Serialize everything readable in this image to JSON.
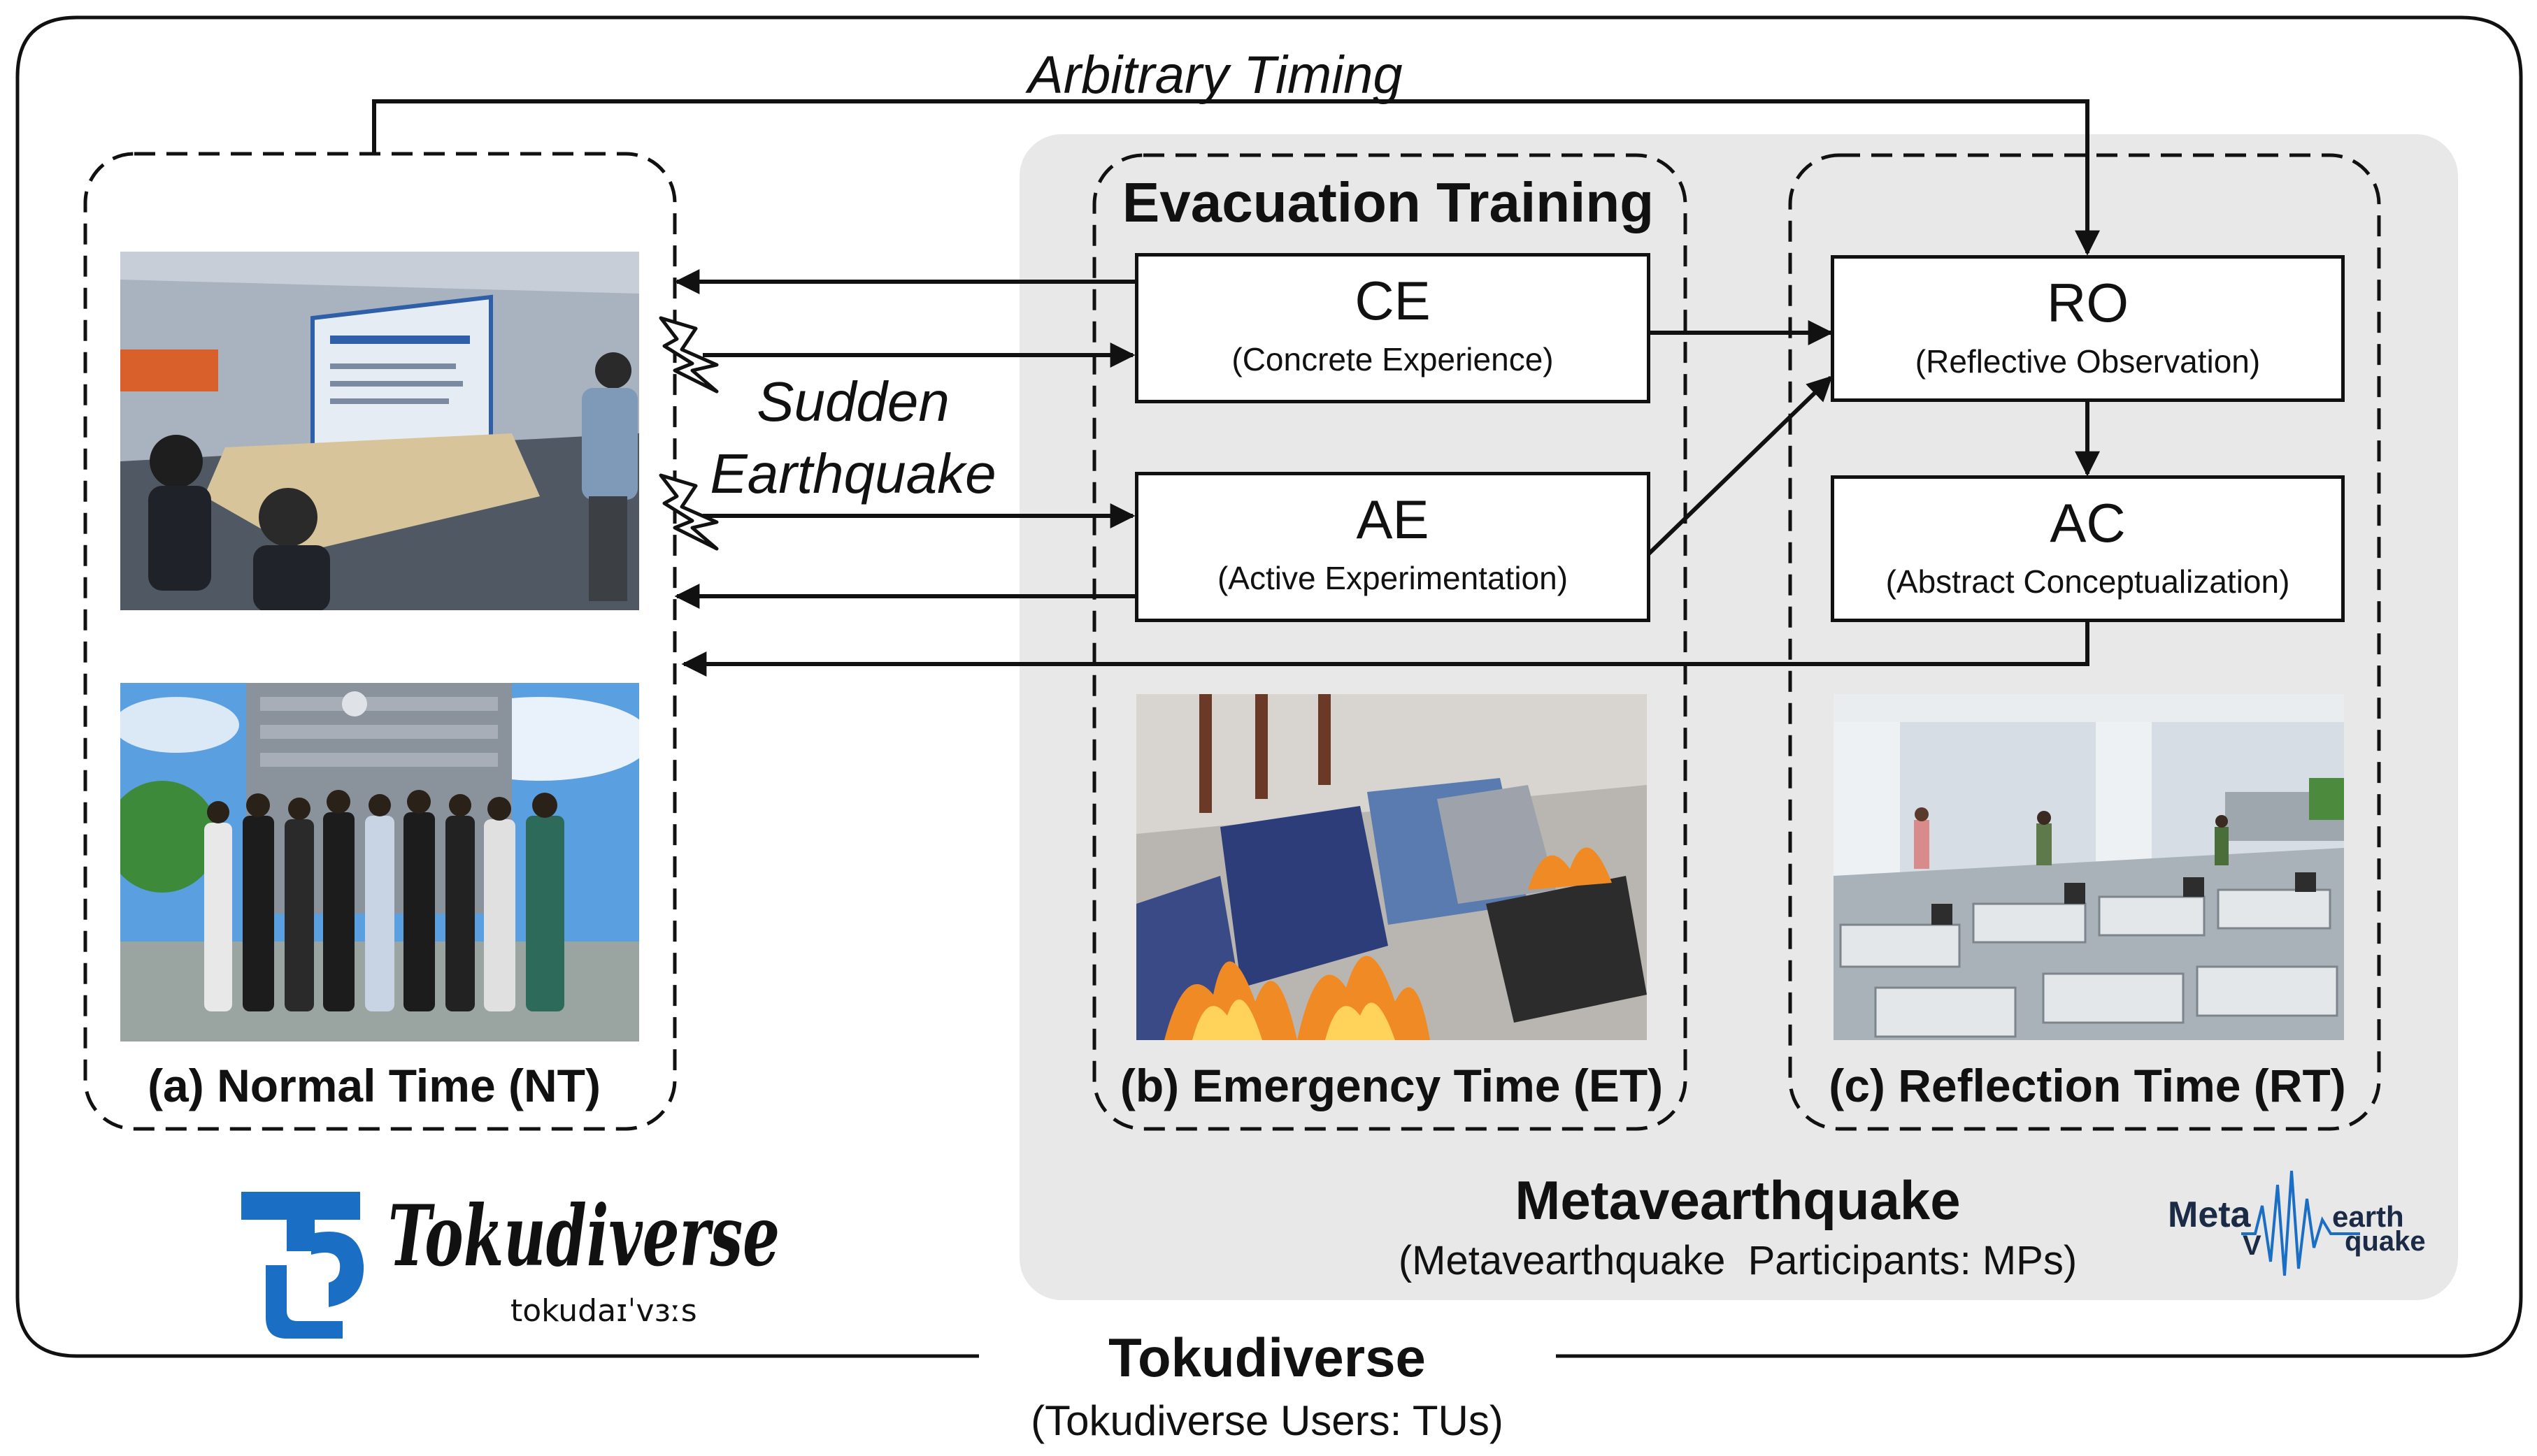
{
  "arbitrary_timing": "Arbitrary Timing",
  "sudden_earthquake": [
    "Sudden",
    "Earthquake"
  ],
  "evacuation_training": "Evacuation Training",
  "boxes": {
    "ce": {
      "abbr": "CE",
      "full": "(Concrete Experience)"
    },
    "ae": {
      "abbr": "AE",
      "full": "(Active Experimentation)"
    },
    "ro": {
      "abbr": "RO",
      "full": "(Reflective Observation)"
    },
    "ac": {
      "abbr": "AC",
      "full": "(Abstract Conceptualization)"
    }
  },
  "panels": {
    "nt": "(a) Normal Time (NT)",
    "et": "(b) Emergency Time (ET)",
    "rt": "(c) Reflection Time (RT)"
  },
  "metavearthquake": {
    "title": "Metavearthquake",
    "subtitle": "(Metavearthquake  Participants: MPs)",
    "logo_word1": "Meta",
    "logo_word2": "earth",
    "logo_word3": "quake"
  },
  "tokudiverse": {
    "title": "Tokudiverse",
    "subtitle": "(Tokudiverse Users: TUs)",
    "logo_word": "Tokudiverse",
    "logo_phonetic": "tokudaɪˈvɜːs"
  },
  "colors": {
    "outline": "#111111",
    "meta_region": "#e8e8e8",
    "logo_blue": "#1a6fc4"
  }
}
